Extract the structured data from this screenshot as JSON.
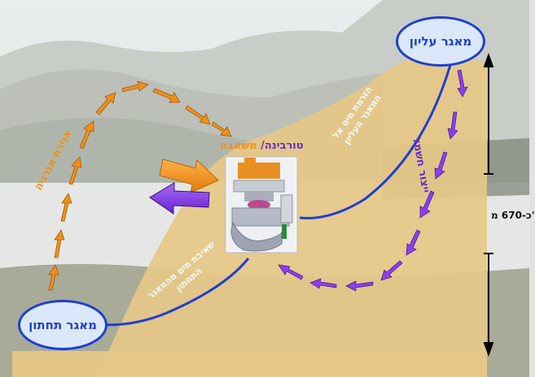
{
  "reservoirs": {
    "upper": "מאגר עליון",
    "lower": "מאגר תחתון"
  },
  "turbine": {
    "part1": "טורבינה/",
    "part2": " משאבה"
  },
  "labels": {
    "energy_storage": "אגירת אנרגיה",
    "electricity_generation": "ייצור חשמל",
    "pump_up_line1": "הזרמת מים אל",
    "pump_up_line2": "המאגר העליון",
    "pump_down_line1": "שאיבת מים מהמאגר",
    "pump_down_line2": "התחתון",
    "height": "כ-670 מ'"
  },
  "colors": {
    "orange": "#f08f18",
    "purple": "#7d2ee0",
    "blue": "#1f3fd0",
    "sand": "#e6c787"
  }
}
